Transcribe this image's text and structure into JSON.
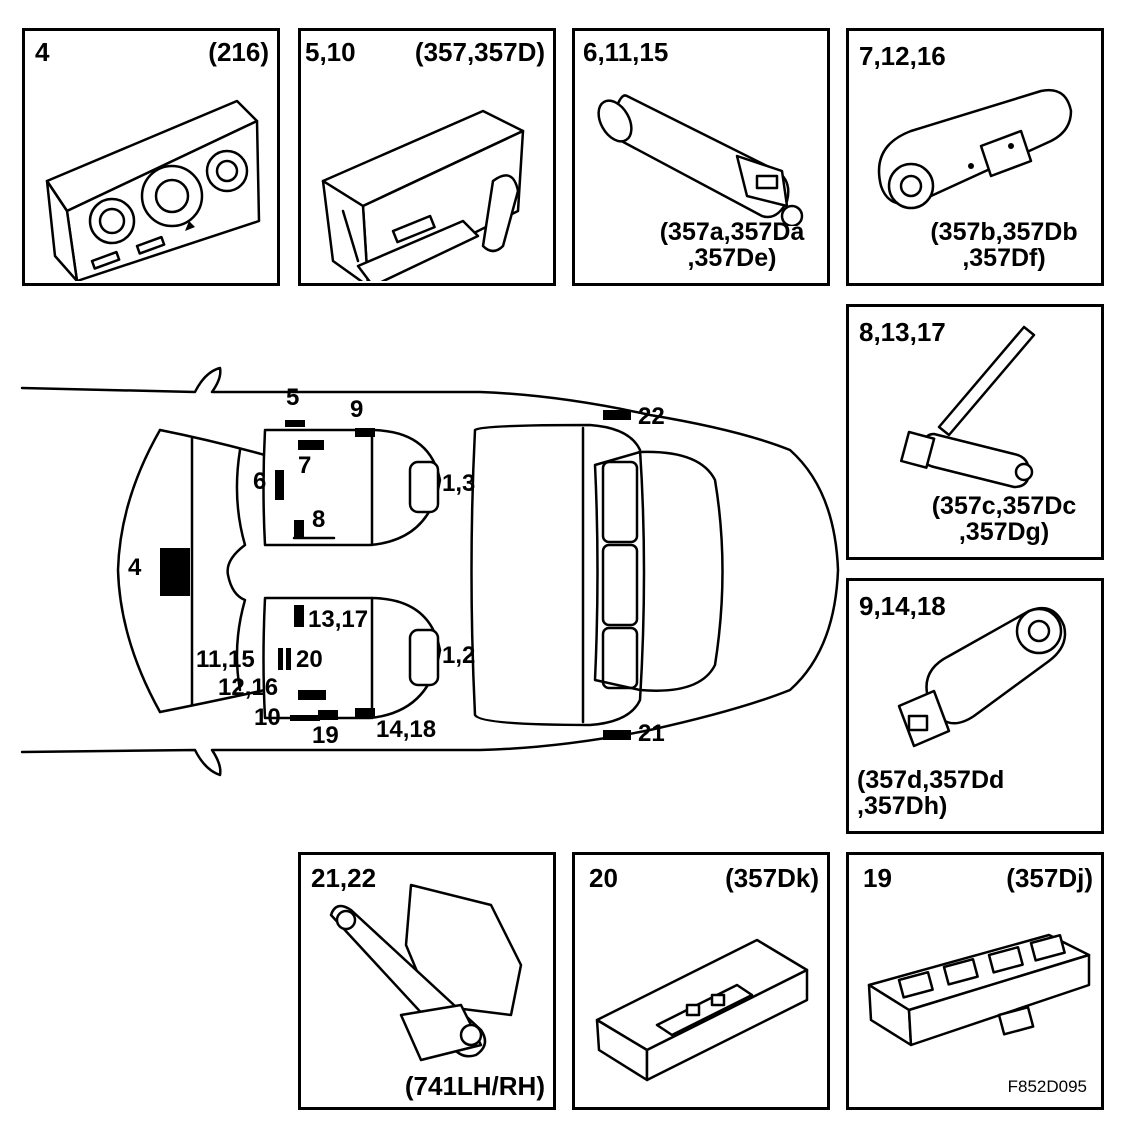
{
  "figure_id": "F852D095",
  "panels": [
    {
      "id": "p4",
      "refs": "4",
      "code": "(216)",
      "part": "climate-control-panel"
    },
    {
      "id": "p5",
      "refs": "5,10",
      "code": "(357,357D)",
      "part": "seat-switch-module"
    },
    {
      "id": "p6",
      "refs": "6,11,15",
      "code_lines": [
        "(357a,357Da",
        ",357De)"
      ],
      "part": "seat-motor"
    },
    {
      "id": "p7",
      "refs": "7,12,16",
      "code_lines": [
        "(357b,357Db",
        ",357Df)"
      ],
      "part": "seat-motor-gear"
    },
    {
      "id": "p8",
      "refs": "8,13,17",
      "code_lines": [
        "(357c,357Dc",
        ",357Dg)"
      ],
      "part": "seat-motor-rod"
    },
    {
      "id": "p9",
      "refs": "9,14,18",
      "code_lines": [
        "(357d,357Dd",
        ",357Dh)"
      ],
      "part": "seat-motor-angled"
    },
    {
      "id": "p21",
      "refs": "21,22",
      "code": "(741LH/RH)",
      "part": "rear-seat-latch"
    },
    {
      "id": "p20",
      "refs": "20",
      "code": "(357Dk)",
      "part": "control-module"
    },
    {
      "id": "p19",
      "refs": "19",
      "code": "(357Dj)",
      "part": "memory-switch"
    }
  ],
  "car_labels": {
    "l4": "4",
    "l5": "5",
    "l6": "6",
    "l7": "7",
    "l8": "8",
    "l9": "9",
    "l13_17": "13,17",
    "l11_15": "11,15",
    "l20": "20",
    "l12_16": "12,16",
    "l10": "10",
    "l19": "19",
    "l14_18": "14,18",
    "l1_3": "1,3",
    "l1_2": "1,2",
    "l22": "22",
    "l21": "21"
  },
  "colors": {
    "line": "#000000",
    "background": "#ffffff"
  }
}
